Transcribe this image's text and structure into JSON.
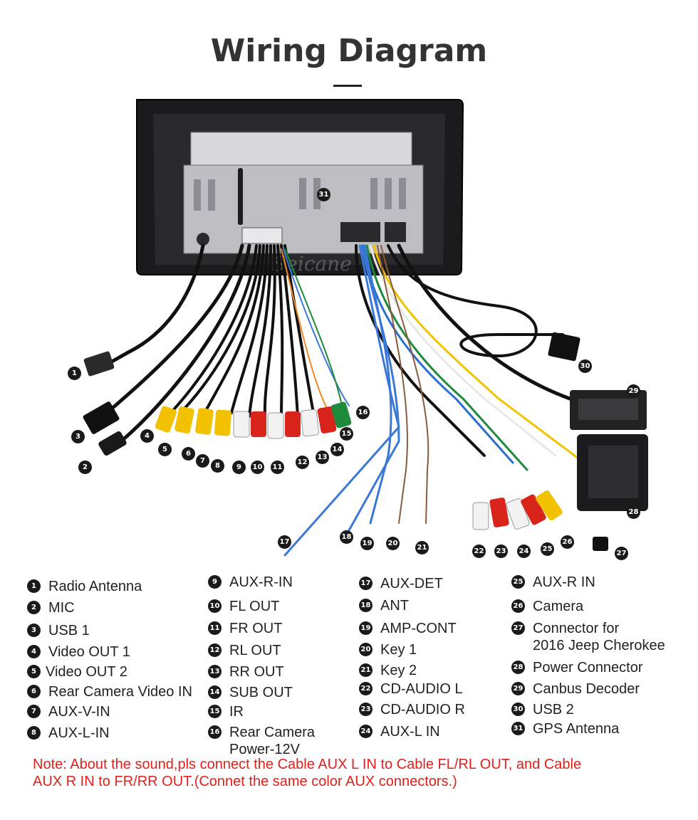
{
  "title": "Wiring Diagram",
  "watermark": "Seicane",
  "legend": [
    {
      "num": "1",
      "label": "Radio Antenna"
    },
    {
      "num": "2",
      "label": "MIC"
    },
    {
      "num": "3",
      "label": "USB 1"
    },
    {
      "num": "4",
      "label": "Video OUT 1"
    },
    {
      "num": "5",
      "label": "Video OUT 2"
    },
    {
      "num": "6",
      "label": "Rear Camera Video IN"
    },
    {
      "num": "7",
      "label": "AUX-V-IN"
    },
    {
      "num": "8",
      "label": "AUX-L-IN"
    },
    {
      "num": "9",
      "label": "AUX-R-IN"
    },
    {
      "num": "10",
      "label": "FL OUT"
    },
    {
      "num": "11",
      "label": "FR OUT"
    },
    {
      "num": "12",
      "label": "RL OUT"
    },
    {
      "num": "13",
      "label": "RR OUT"
    },
    {
      "num": "14",
      "label": "SUB OUT"
    },
    {
      "num": "15",
      "label": "IR"
    },
    {
      "num": "16",
      "label": "Rear Camera",
      "label2": "Power-12V"
    },
    {
      "num": "17",
      "label": "AUX-DET"
    },
    {
      "num": "18",
      "label": "ANT"
    },
    {
      "num": "19",
      "label": "AMP-CONT"
    },
    {
      "num": "20",
      "label": "Key 1"
    },
    {
      "num": "21",
      "label": "Key 2"
    },
    {
      "num": "22",
      "label": "CD-AUDIO L"
    },
    {
      "num": "23",
      "label": "CD-AUDIO R"
    },
    {
      "num": "24",
      "label": "AUX-L IN"
    },
    {
      "num": "25",
      "label": "AUX-R IN"
    },
    {
      "num": "26",
      "label": "Camera"
    },
    {
      "num": "27",
      "label": "Connector for",
      "label2": "2016 Jeep Cherokee"
    },
    {
      "num": "28",
      "label": "Power Connector"
    },
    {
      "num": "29",
      "label": "Canbus Decoder"
    },
    {
      "num": "30",
      "label": "USB 2"
    },
    {
      "num": "31",
      "label": "GPS Antenna"
    }
  ],
  "note_line1": "Note: About the sound,pls connect the Cable AUX L IN to Cable FL/RL OUT, and Cable",
  "note_line2": "AUX R IN to  FR/RR OUT.(Connet the same color AUX connectors.)",
  "colors": {
    "note": "#e0201b",
    "badge": "#1a1a1a",
    "rca_yellow": "#f2c200",
    "rca_red": "#d9241c",
    "rca_white": "#f2f2f2",
    "rca_green": "#1e8a3c",
    "wire_blue": "#3a78d8",
    "wire_brown": "#8b5a3c",
    "wire_orange": "#f08a24"
  }
}
